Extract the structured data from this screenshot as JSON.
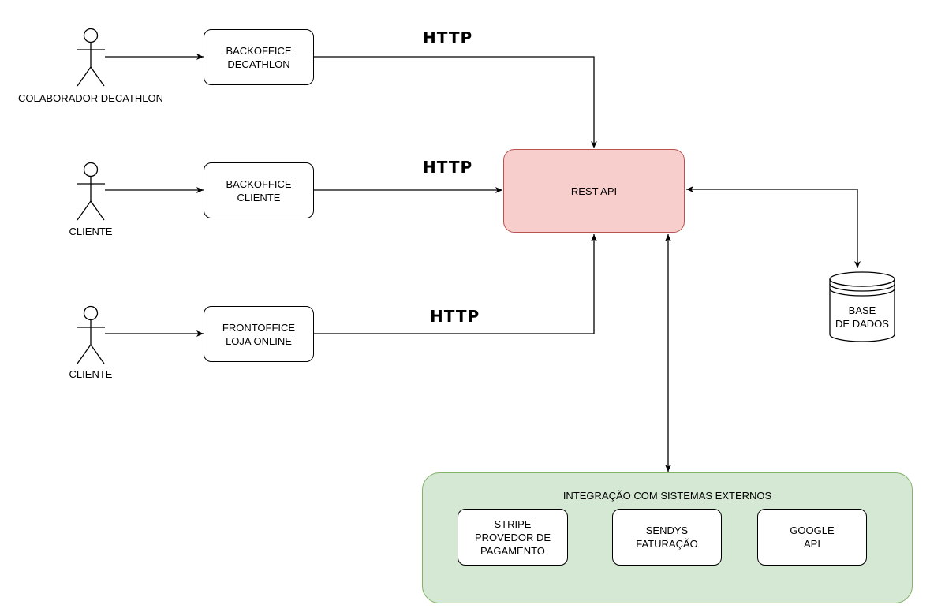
{
  "actors": [
    {
      "id": "collab",
      "label": "COLABORADOR DECATHLON"
    },
    {
      "id": "cliente1",
      "label": "CLIENTE"
    },
    {
      "id": "cliente2",
      "label": "CLIENTE"
    }
  ],
  "apps": [
    {
      "id": "bo-decathlon",
      "label": "BACKOFFICE\nDECATHLON"
    },
    {
      "id": "bo-cliente",
      "label": "BACKOFFICE\nCLIENTE"
    },
    {
      "id": "fo-loja",
      "label": "FRONTOFFICE\nLOJA ONLINE"
    }
  ],
  "protocol_labels": [
    "HTTP",
    "HTTP",
    "HTTP"
  ],
  "rest_api": {
    "label": "REST API"
  },
  "database": {
    "label": "BASE\nDE DADOS"
  },
  "external": {
    "title": "INTEGRAÇÃO COM SISTEMAS EXTERNOS",
    "systems": [
      {
        "id": "stripe",
        "label": "STRIPE\nPROVEDOR DE\nPAGAMENTO"
      },
      {
        "id": "sendys",
        "label": "SENDYS\nFATURAÇÃO"
      },
      {
        "id": "google",
        "label": "GOOGLE\nAPI"
      }
    ]
  },
  "colors": {
    "rest_fill": "#f8cecc",
    "rest_stroke": "#b85450",
    "ext_fill": "#d5e8d4",
    "ext_stroke": "#82b366"
  }
}
